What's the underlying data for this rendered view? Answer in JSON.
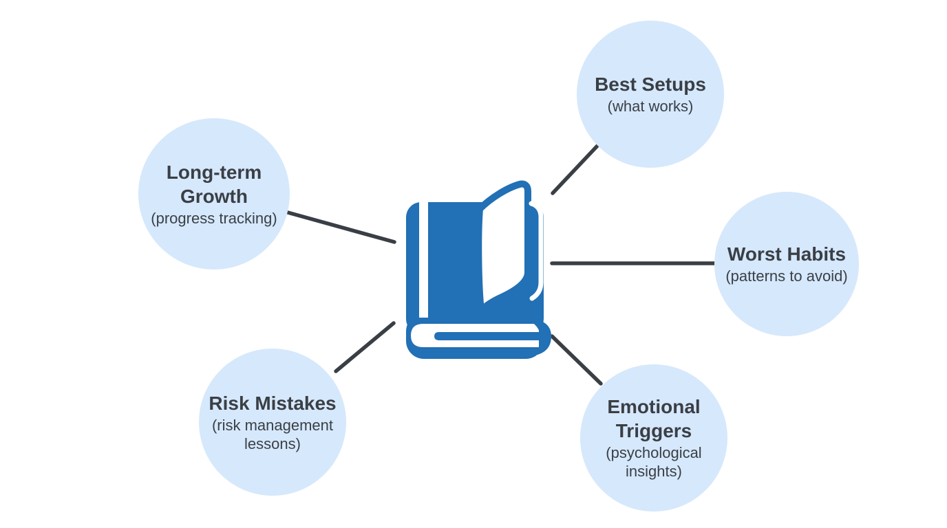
{
  "diagram": {
    "type": "mind-map",
    "center": {
      "icon": "book-icon",
      "meaning": "trading journal / book"
    },
    "nodes": [
      {
        "id": "best-setups",
        "title": "Best Setups",
        "subtitle": "(what works)"
      },
      {
        "id": "worst-habits",
        "title": "Worst Habits",
        "subtitle": "(patterns to avoid)"
      },
      {
        "id": "emotional-triggers",
        "title": "Emotional Triggers",
        "subtitle": "(psychological insights)"
      },
      {
        "id": "risk-mistakes",
        "title": "Risk Mistakes",
        "subtitle": "(risk management lessons)"
      },
      {
        "id": "long-term-growth",
        "title": "Long-term Growth",
        "subtitle": "(progress tracking)"
      }
    ],
    "colors": {
      "background": "#ffffff",
      "node_fill": "#d6e8fc",
      "text": "#3a3f45",
      "connector": "#3a3e45",
      "icon_blue": "#2270b5"
    }
  }
}
